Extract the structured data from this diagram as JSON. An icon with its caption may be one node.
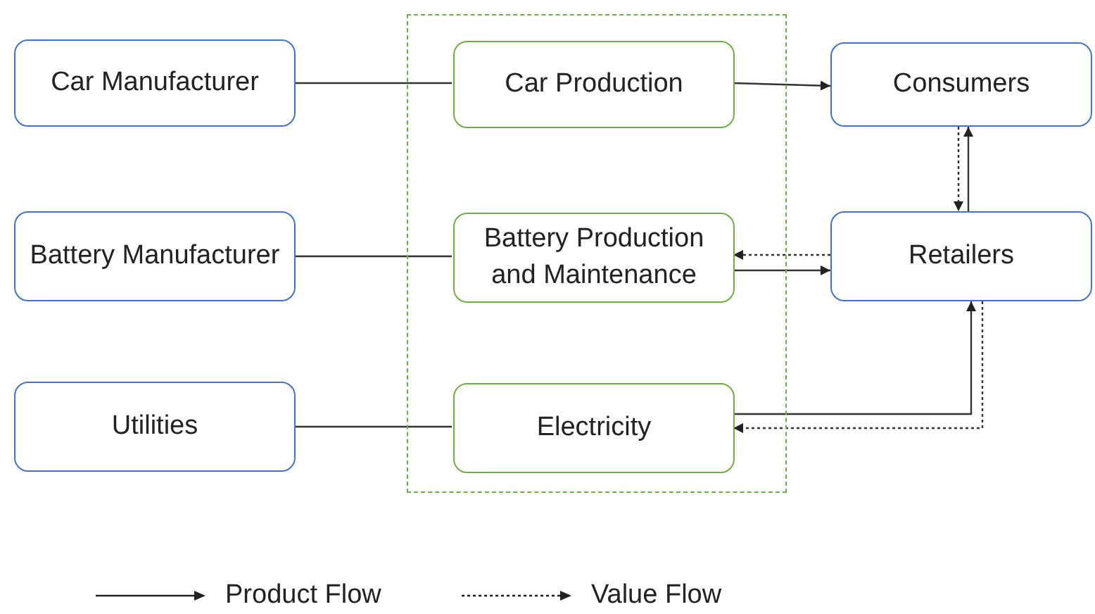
{
  "diagram": {
    "nodes": [
      {
        "text": [
          "Car Manufacturer"
        ]
      },
      {
        "text": [],
        "shape": "box"
      },
      {
        "text": [
          "Car Production"
        ],
        "in": 1
      },
      {
        "text": [
          "Consumers"
        ]
      },
      {
        "text": [
          "Battery Manufacturer"
        ]
      },
      {
        "text": [
          "Battery Production and Maintenance"
        ],
        "in": 1
      },
      {
        "text": [
          "Retailers"
        ]
      },
      {
        "text": [
          "Utilities"
        ]
      },
      {
        "text": [
          "Electricity"
        ],
        "in": 1
      }
    ],
    "edges": [
      {
        "from": 0,
        "to": 2,
        "arrow": "none"
      },
      {
        "from": 2,
        "to": 3,
        "arrow": "to"
      },
      {
        "from": 6,
        "to": 3,
        "arrow": "to"
      },
      {
        "from": 3,
        "to": 6,
        "arrow": "to",
        "style": "dashed"
      },
      {
        "from": 4,
        "to": 5,
        "arrow": "none"
      },
      {
        "from": 6,
        "to": 5,
        "arrow": "to",
        "style": "dashed"
      },
      {
        "from": 5,
        "to": 6,
        "arrow": "to"
      },
      {
        "from": 7,
        "to": 8,
        "arrow": "none"
      },
      {
        "from": 8,
        "to": 6,
        "arrow": "to"
      },
      {
        "from": 6,
        "to": 8,
        "arrow": "to",
        "style": "dashed"
      }
    ],
    "legend": [
      {
        "text": "Product Flow"
      },
      {
        "text": "Value Flow"
      }
    ]
  }
}
